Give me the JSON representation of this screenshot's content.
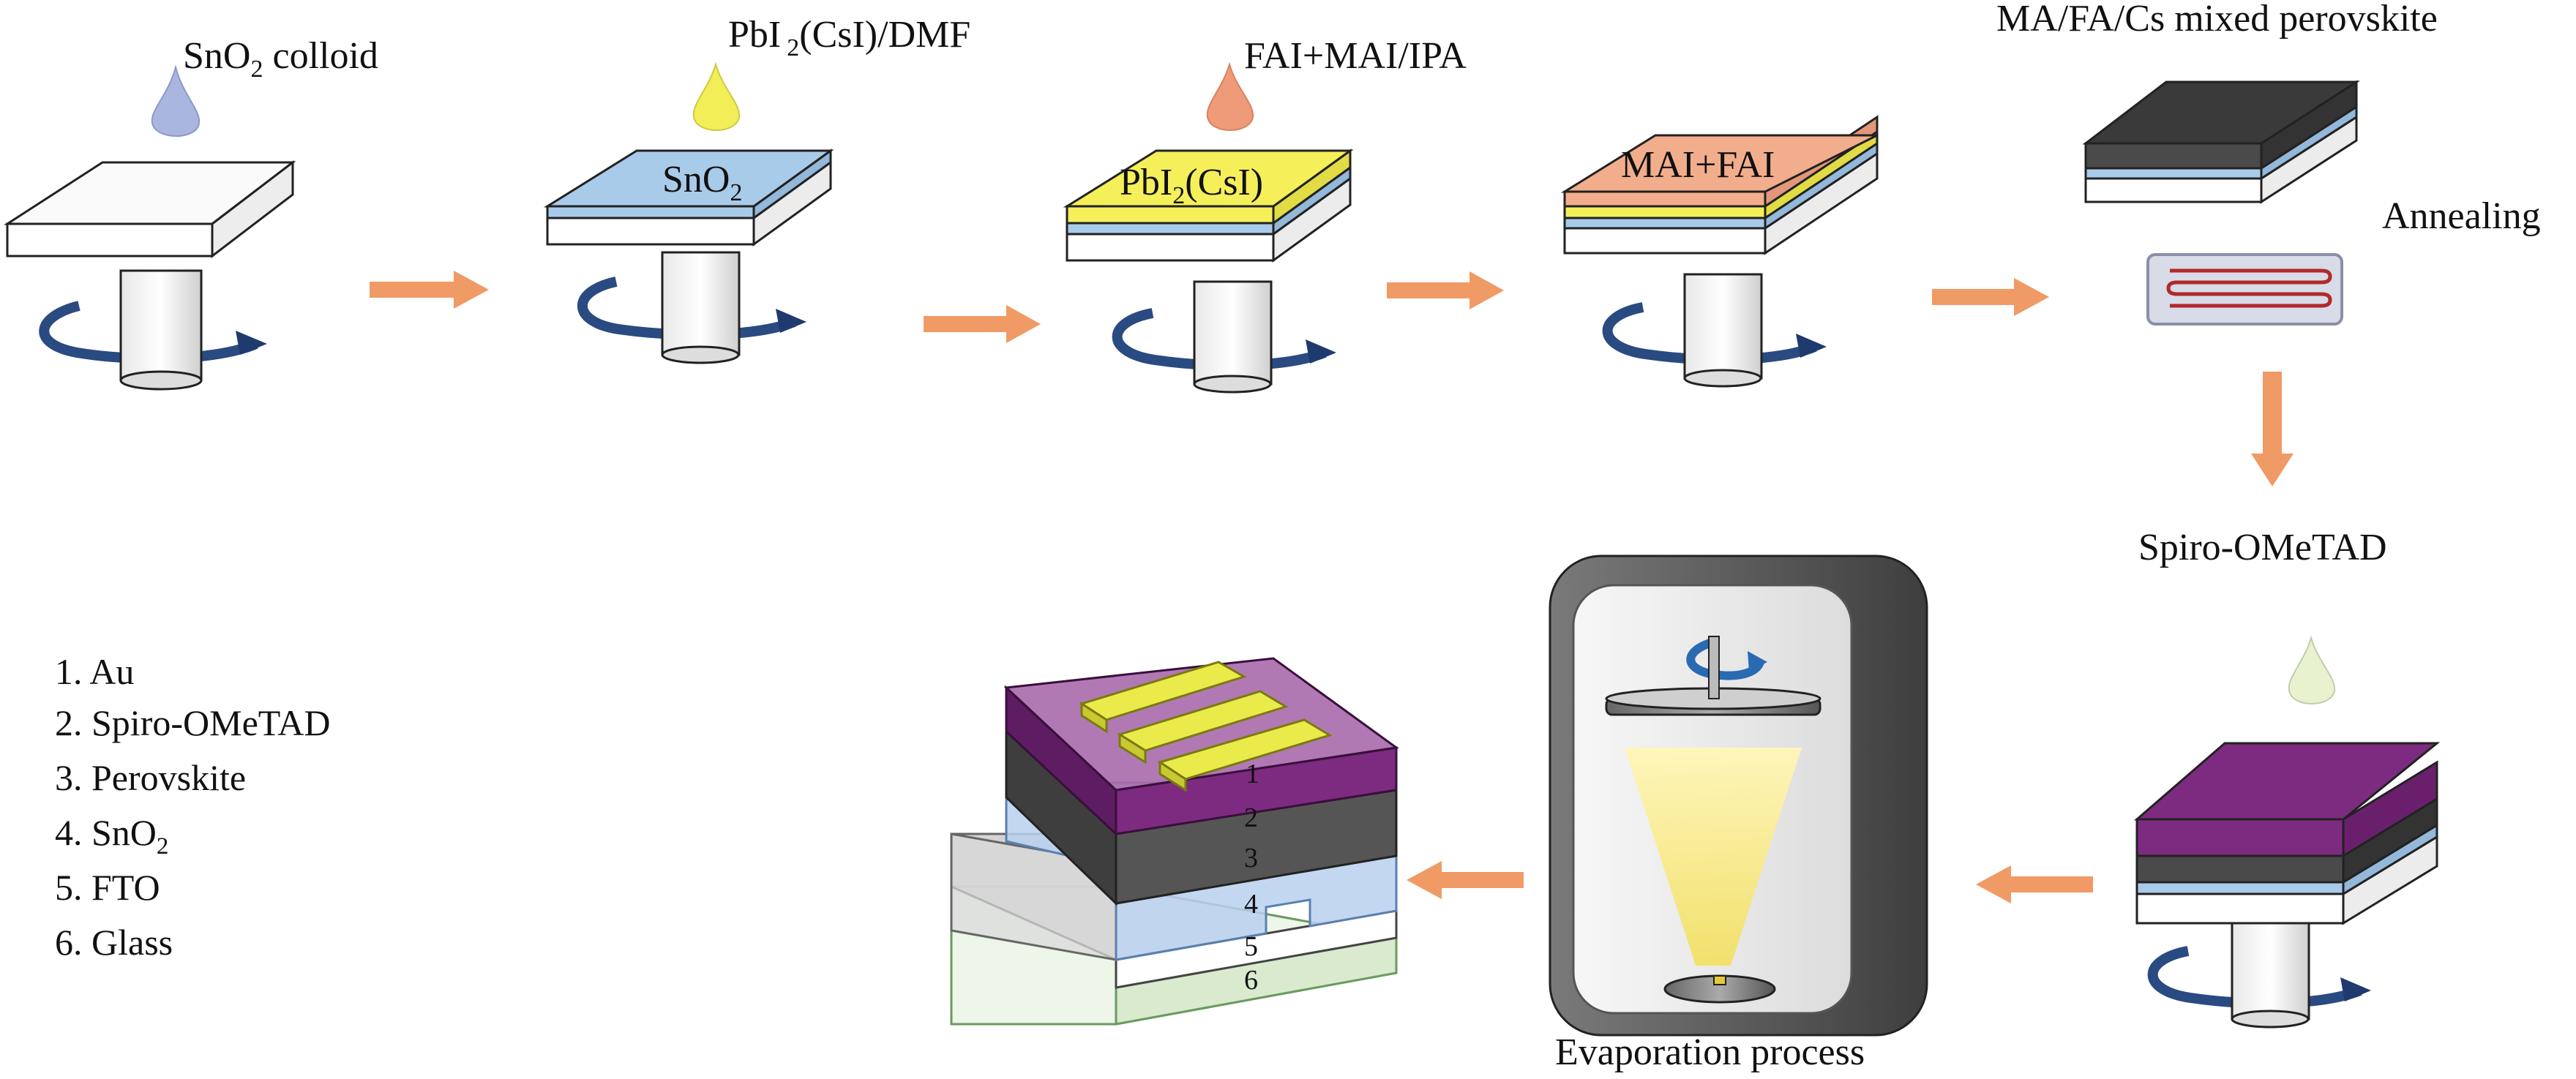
{
  "steps": {
    "step1": {
      "label": "SnO",
      "label_sub": "2",
      "label_tail": " colloid",
      "drop_color": "#a9b6e0"
    },
    "step2": {
      "label": "PbI",
      "label_sub": "2",
      "label_tail": "(CsI)/DMF",
      "drop_color": "#f2ee58",
      "layer_label": "SnO",
      "layer_sub": "2"
    },
    "step3": {
      "label": "FAI+MAI/IPA",
      "drop_color": "#ef9a78",
      "layer_label": "PbI",
      "layer_sub": "2",
      "layer_tail": "(CsI)"
    },
    "step4": {
      "layer_label": "MAI+FAI"
    },
    "step5": {
      "title": "MA/FA/Cs mixed perovskite",
      "annealing": "Annealing"
    },
    "step6": {
      "label": "Spiro-OMeTAD",
      "drop_color": "#e9f2cf"
    },
    "step7": {
      "caption": "Evaporation process"
    }
  },
  "legend": {
    "items": [
      {
        "text": "1. Au"
      },
      {
        "text": "2. Spiro-OMeTAD"
      },
      {
        "text": "3. Perovskite"
      },
      {
        "text": "4. SnO",
        "sub": "2"
      },
      {
        "text": "5. FTO"
      },
      {
        "text": "6. Glass"
      }
    ]
  },
  "device": {
    "numbers": [
      "1",
      "2",
      "3",
      "4",
      "5",
      "6"
    ]
  },
  "colors": {
    "arrow": "#f09a66",
    "rotation": "#2a4a82",
    "glass": "#ffffff",
    "fto": "#ffffff",
    "sno2": "#a9cbea",
    "pbi2": "#f5f05a",
    "mai_fai": "#f2ad8c",
    "perovskite": "#4a4a4a",
    "spiro": "#7d2b80",
    "au": "#e6e64a"
  }
}
